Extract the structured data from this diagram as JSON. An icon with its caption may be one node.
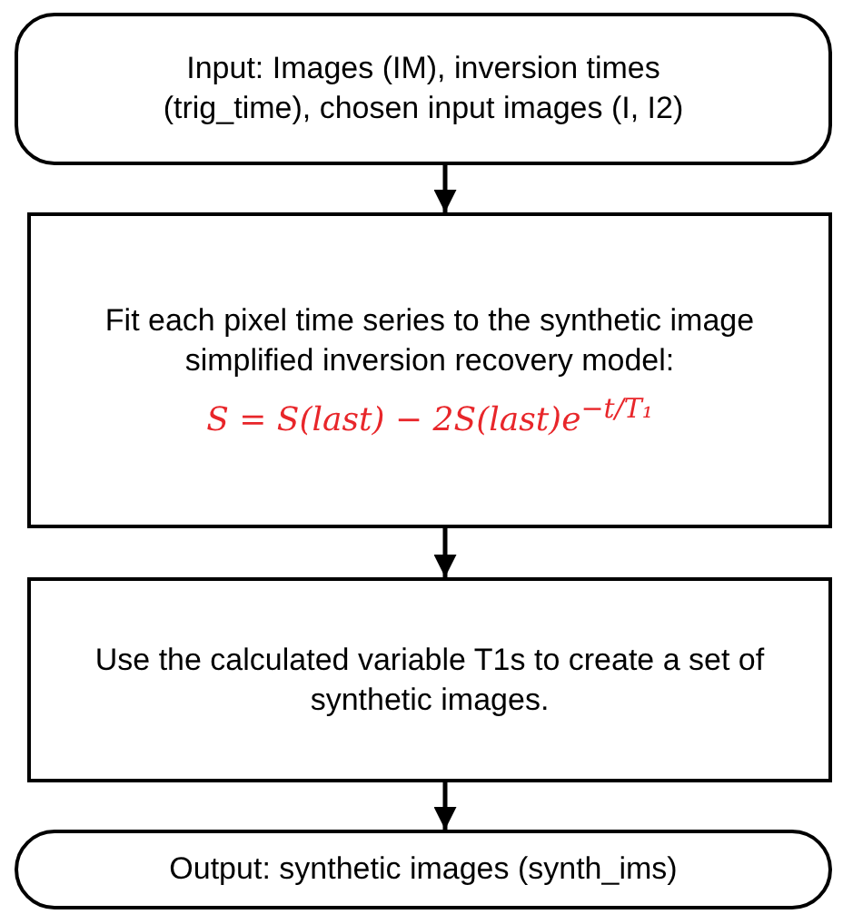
{
  "diagram": {
    "nodes": [
      {
        "text": [
          "Input: Images (IM), inversion times (trig_time), chosen input images (I, I2)"
        ]
      },
      {
        "text": [
          "Fit each pixel time series to the synthetic image simplified inversion recovery model:",
          "S = S(last) − 2S(last)e$^{−t/T₁}$"
        ]
      },
      {
        "text": [
          "Use the calculated variable T1s to create a set of synthetic images."
        ]
      },
      {
        "text": [
          "Output: synthetic images (synth_ims)"
        ]
      }
    ],
    "edges": [
      {
        "from": 0,
        "to": 1,
        "arrow": "to"
      },
      {
        "from": 1,
        "to": 2,
        "arrow": "to"
      },
      {
        "from": 2,
        "to": 3,
        "arrow": "to"
      }
    ]
  }
}
